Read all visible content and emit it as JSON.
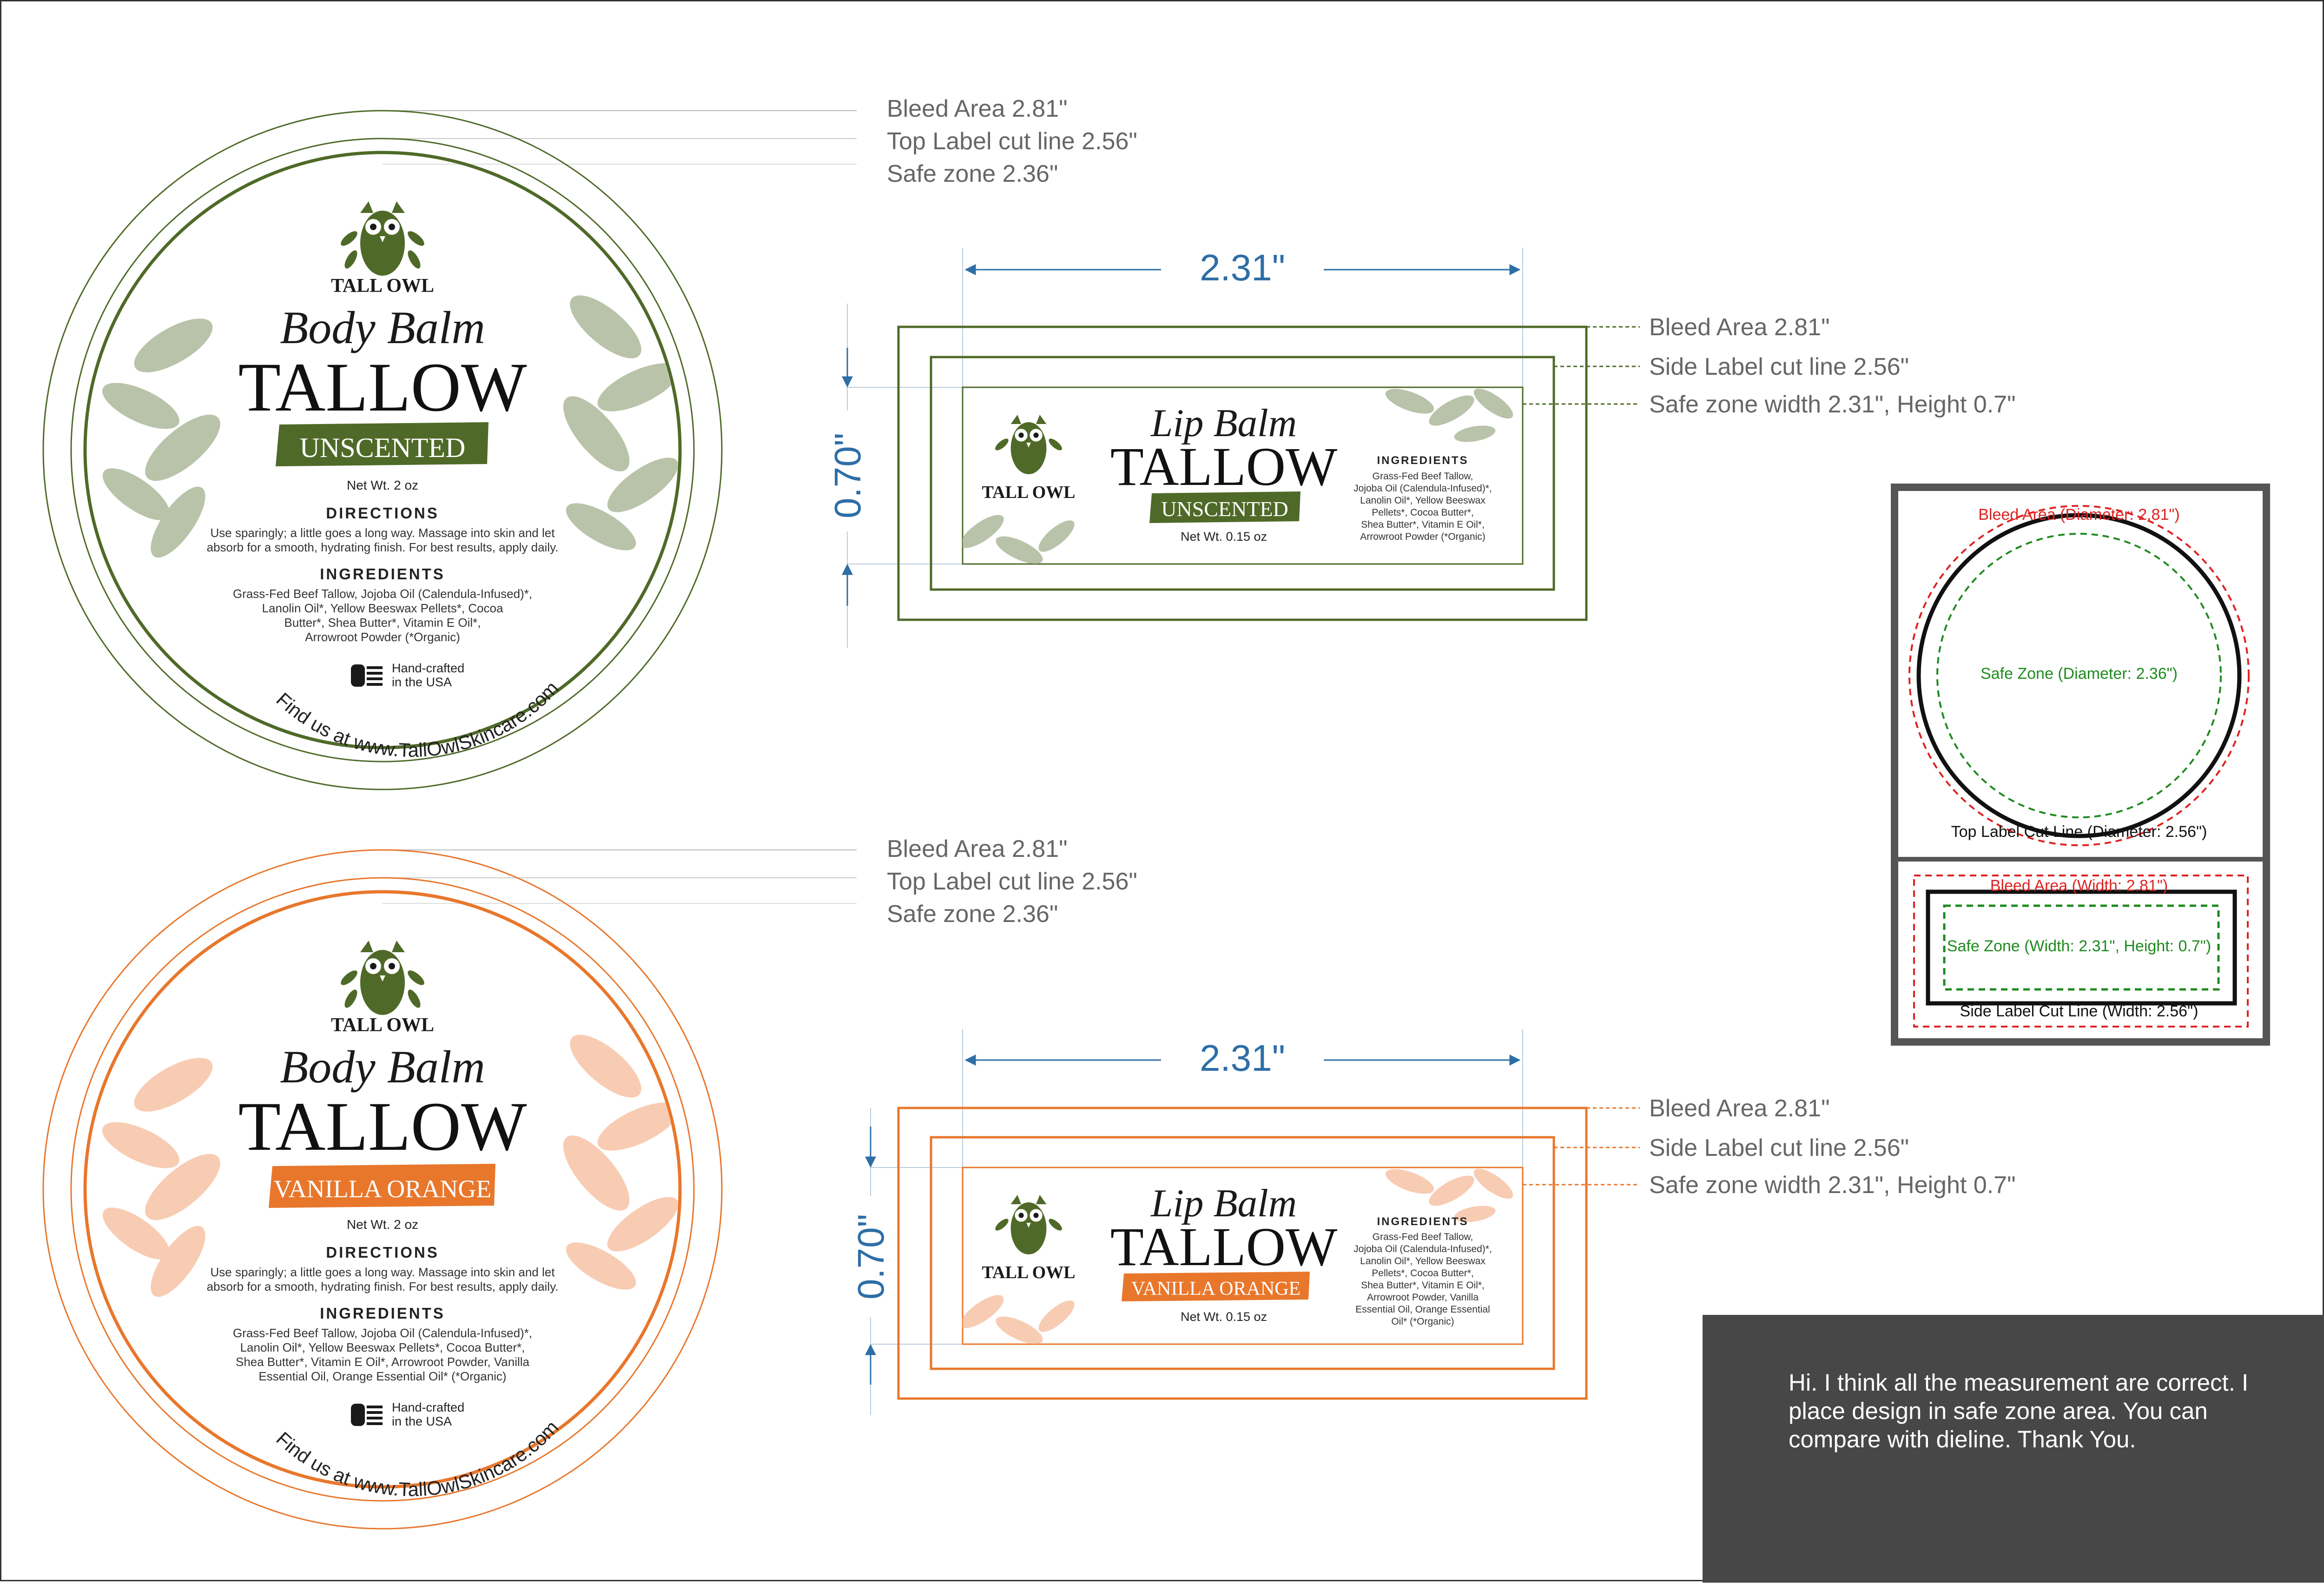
{
  "colors": {
    "green": "#4f6a28",
    "green_leaf": "#adb99a",
    "orange": "#e8772c",
    "orange_leaf": "#f7c3a6",
    "dim_blue": "#2e6ea6",
    "gray_text": "#666666",
    "bleed_red": "#dd2222",
    "safe_green": "#1f8a1f",
    "note_bg": "#474747"
  },
  "icons": [
    "owl-logo-icon",
    "leaf-icon",
    "hand-flag-icon",
    "arrow-icon"
  ],
  "labels": [
    {
      "variant": "UNSCENTED",
      "accent": "#4f6a28",
      "round": {
        "callouts": [
          "Bleed Area 2.81\"",
          "Top Label cut line 2.56\"",
          "Safe zone 2.36\""
        ],
        "brand": "TALL OWL",
        "product_script": "Body Balm",
        "product_title": "TALLOW",
        "variant_banner": "UNSCENTED",
        "net_wt": "Net Wt. 2 oz",
        "directions_title": "DIRECTIONS",
        "directions_lines": [
          "Use sparingly; a little goes a long way. Massage into skin and let",
          "absorb for a smooth, hydrating finish. For best results, apply daily."
        ],
        "ingredients_title": "INGREDIENTS",
        "ingredients_lines": [
          "Grass-Fed Beef Tallow, Jojoba Oil (Calendula-Infused)*,",
          "Lanolin Oil*, Yellow Beeswax Pellets*, Cocoa",
          "Butter*, Shea Butter*, Vitamin E Oil*,",
          "Arrowroot Powder (*Organic)"
        ],
        "handcrafted_lines": [
          "Hand-crafted",
          "in the USA"
        ],
        "website": "Find us at www.TallOwlSkincare.com"
      },
      "side": {
        "width_dim": "2.31\"",
        "height_dim": "0.70\"",
        "callouts": [
          "Bleed Area 2.81\"",
          "Side Label cut line 2.56\"",
          "Safe zone width 2.31\", Height 0.7\""
        ],
        "brand": "TALL OWL",
        "product_script": "Lip Balm",
        "product_title": "TALLOW",
        "variant_banner": "UNSCENTED",
        "net_wt": "Net Wt. 0.15 oz",
        "ingredients_title": "INGREDIENTS",
        "ingredients_lines": [
          "Grass-Fed Beef Tallow,",
          "Jojoba Oil (Calendula-Infused)*,",
          "Lanolin Oil*, Yellow Beeswax",
          "Pellets*, Cocoa Butter*,",
          "Shea Butter*, Vitamin E Oil*,",
          "Arrowroot Powder (*Organic)"
        ]
      }
    },
    {
      "variant": "VANILLA ORANGE",
      "accent": "#e8772c",
      "round": {
        "callouts": [
          "Bleed Area 2.81\"",
          "Top Label cut line 2.56\"",
          "Safe zone 2.36\""
        ],
        "brand": "TALL OWL",
        "product_script": "Body Balm",
        "product_title": "TALLOW",
        "variant_banner": "VANILLA ORANGE",
        "net_wt": "Net Wt. 2 oz",
        "directions_title": "DIRECTIONS",
        "directions_lines": [
          "Use sparingly; a little goes a long way. Massage into skin and let",
          "absorb for a smooth, hydrating finish. For best results, apply daily."
        ],
        "ingredients_title": "INGREDIENTS",
        "ingredients_lines": [
          "Grass-Fed Beef Tallow, Jojoba Oil (Calendula-Infused)*,",
          "Lanolin Oil*, Yellow Beeswax Pellets*, Cocoa Butter*,",
          "Shea Butter*, Vitamin E Oil*, Arrowroot Powder, Vanilla",
          "Essential Oil, Orange Essential Oil* (*Organic)"
        ],
        "handcrafted_lines": [
          "Hand-crafted",
          "in the USA"
        ],
        "website": "Find us at www.TallOwlSkincare.com"
      },
      "side": {
        "width_dim": "2.31\"",
        "height_dim": "0.70\"",
        "callouts": [
          "Bleed Area 2.81\"",
          "Side Label cut line 2.56\"",
          "Safe zone width 2.31\", Height 0.7\""
        ],
        "brand": "TALL OWL",
        "product_script": "Lip Balm",
        "product_title": "TALLOW",
        "variant_banner": "VANILLA ORANGE",
        "net_wt": "Net Wt. 0.15 oz",
        "ingredients_title": "INGREDIENTS",
        "ingredients_lines": [
          "Grass-Fed Beef Tallow,",
          "Jojoba Oil (Calendula-Infused)*,",
          "Lanolin Oil*, Yellow Beeswax",
          "Pellets*, Cocoa Butter*,",
          "Shea Butter*, Vitamin E Oil*,",
          "Arrowroot Powder, Vanilla",
          "Essential Oil, Orange Essential",
          "Oil* (*Organic)"
        ]
      }
    }
  ],
  "dieline": {
    "round": {
      "bleed": "Bleed Area (Diameter: 2.81\")",
      "safe": "Safe Zone (Diameter: 2.36\")",
      "cut": "Top Label Cut Line (Diameter: 2.56\")"
    },
    "rect": {
      "bleed": "Bleed Area (Width: 2.81\")",
      "safe": "Safe Zone (Width: 2.31\", Height: 0.7\")",
      "cut": "Side Label Cut Line (Width: 2.56\")"
    }
  },
  "note": "Hi. I think all the measurement are correct. I place design in safe zone area. You can compare with dieline. Thank You."
}
